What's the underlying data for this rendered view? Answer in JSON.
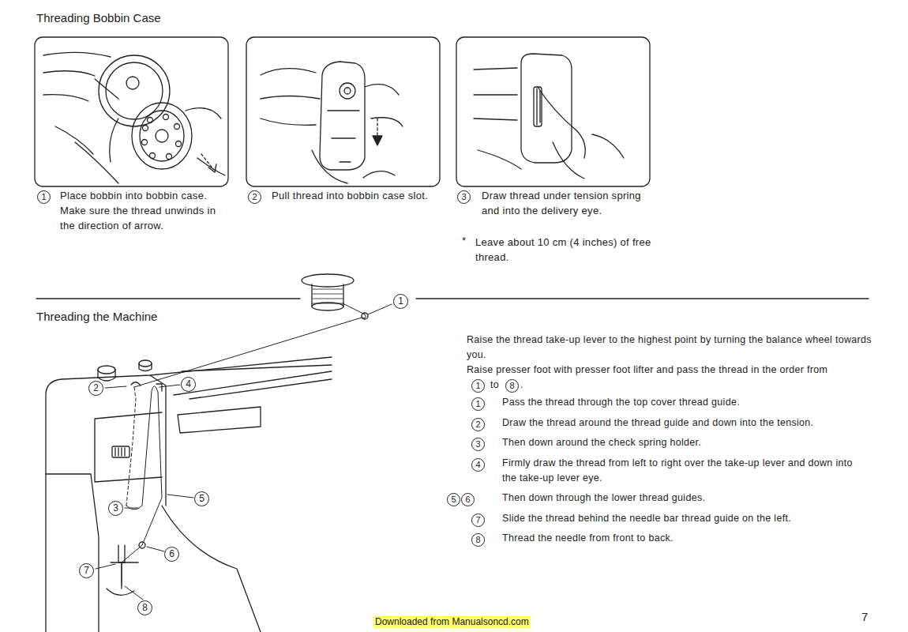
{
  "diagram": {
    "labels": [
      "Threading Bobbin Case",
      "1",
      "Place bobbin into bobbin case. Make sure the thread unwinds in the direction of arrow.",
      "2",
      "Pull thread into bobbin case slot.",
      "3",
      "Draw thread under tension spring and into the delivery eye.",
      "*",
      "Leave about 10 cm (4 inches) of free thread.",
      "Threading the Machine",
      "1",
      "2",
      "4",
      "3",
      "5",
      "6",
      "7",
      "8",
      "Raise the thread take-up lever to the highest point by turning the balance wheel towards you.",
      "Raise presser foot with presser foot lifter and pass the thread in the order from",
      "1",
      "to",
      "8",
      ".",
      "1",
      "Pass the thread through the top cover thread guide.",
      "2",
      "Draw the thread around the thread guide and down into the tension.",
      "3",
      "Then down around the check spring holder.",
      "4",
      "Firmly draw the thread from left to right over the take-up lever and down into the take-up lever eye.",
      "5",
      "6",
      "Then down through the lower thread guides.",
      "7",
      "Slide the thread behind the needle bar thread guide on the left.",
      "8",
      "Thread the needle from front to back.",
      "7",
      "Downloaded from Manualsoncd.com"
    ]
  }
}
